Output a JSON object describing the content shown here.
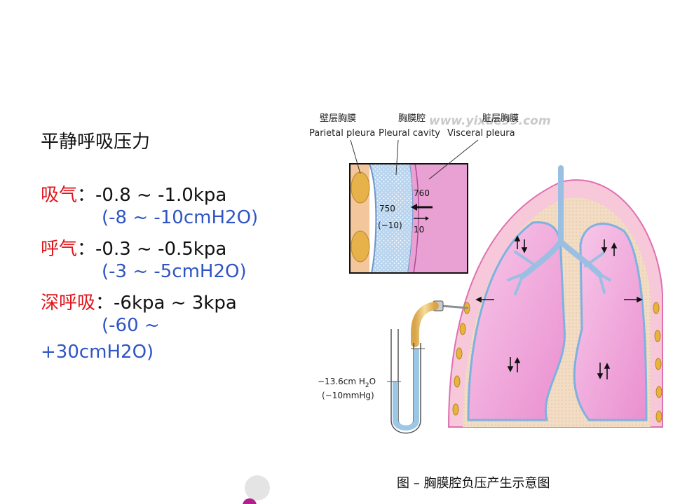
{
  "slide": {
    "title": "平静呼吸压力",
    "rows": [
      {
        "label": "吸气",
        "sep": "：",
        "value": "-0.8 ~ -1.0kpa",
        "sub": "(-8 ~ -10cmH2O)"
      },
      {
        "label": "呼气",
        "sep": "：",
        "value": "-0.3 ~ -0.5kpa",
        "sub": "(-3 ~ -5cmH2O)"
      },
      {
        "label": "深呼吸",
        "sep": "：",
        "value": "-6kpa ~ 3kpa",
        "sub1": "(-60 ~",
        "sub2": "+30cmH2O)"
      }
    ]
  },
  "figure": {
    "labels": {
      "parietal_cn": "壁层胸膜",
      "parietal_en": "Parietal pleura",
      "cavity_cn": "胸膜腔",
      "cavity_en": "Pleural cavity",
      "visceral_cn": "脏层胸膜",
      "visceral_en": "Visceral pleura",
      "watermark": "www.yixue99.com",
      "p750": "750",
      "p_10": "(−10)",
      "p760": "760",
      "p10": "10",
      "manometer1": "−13.6cm H",
      "manometer1_sub": "2",
      "manometer1_end": "O",
      "manometer2": "(−10mmHg)",
      "caption": "图 – 胸膜腔负压产生示意图"
    },
    "colors": {
      "lung": "#f0a6d8",
      "pleura_blue": "#9cc2e8",
      "tissue": "#efd7bd",
      "cartilage": "#e8b43c"
    }
  }
}
